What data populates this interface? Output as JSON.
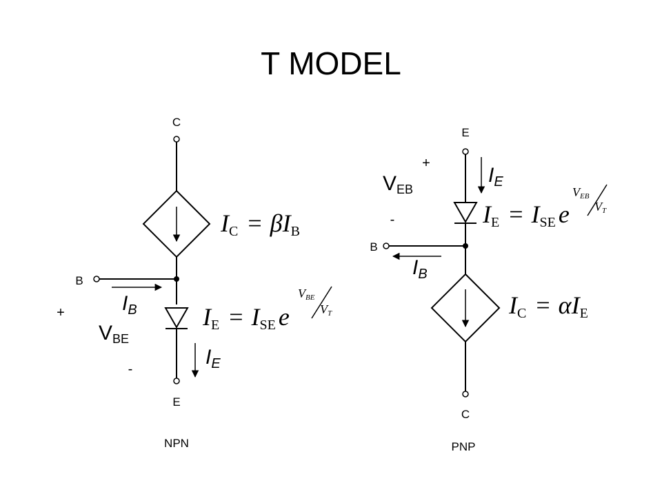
{
  "title": "T MODEL",
  "npn": {
    "caption": "NPN",
    "terminal_c": "C",
    "terminal_b": "B",
    "terminal_e": "E",
    "plus": "+",
    "minus": "-",
    "v_main": "V",
    "v_sub": "BE",
    "ib_main": "I",
    "ib_sub": "B",
    "ie_main": "I",
    "ie_sub": "E",
    "source_eq": {
      "lhs": "I",
      "lhs_sub": "C",
      "eq": "=",
      "coef": "β",
      "rhs": "I",
      "rhs_sub": "B"
    },
    "diode_eq": {
      "lhs": "I",
      "lhs_sub": "E",
      "eq": "=",
      "rhs": "I",
      "rhs_sub": "SE",
      "base": "e",
      "exp_num": "V",
      "exp_num_sub": "BE",
      "exp_den": "V",
      "exp_den_sub": "T"
    }
  },
  "pnp": {
    "caption": "PNP",
    "terminal_e": "E",
    "terminal_b": "B",
    "terminal_c": "C",
    "plus": "+",
    "minus": "-",
    "v_main": "V",
    "v_sub": "EB",
    "ib_main": "I",
    "ib_sub": "B",
    "ie_main": "I",
    "ie_sub": "E",
    "diode_eq": {
      "lhs": "I",
      "lhs_sub": "E",
      "eq": "=",
      "rhs": "I",
      "rhs_sub": "SE",
      "base": "e",
      "exp_num": "V",
      "exp_num_sub": "EB",
      "exp_den": "V",
      "exp_den_sub": "T"
    },
    "source_eq": {
      "lhs": "I",
      "lhs_sub": "C",
      "eq": "=",
      "coef": "α",
      "rhs": "I",
      "rhs_sub": "E"
    }
  }
}
